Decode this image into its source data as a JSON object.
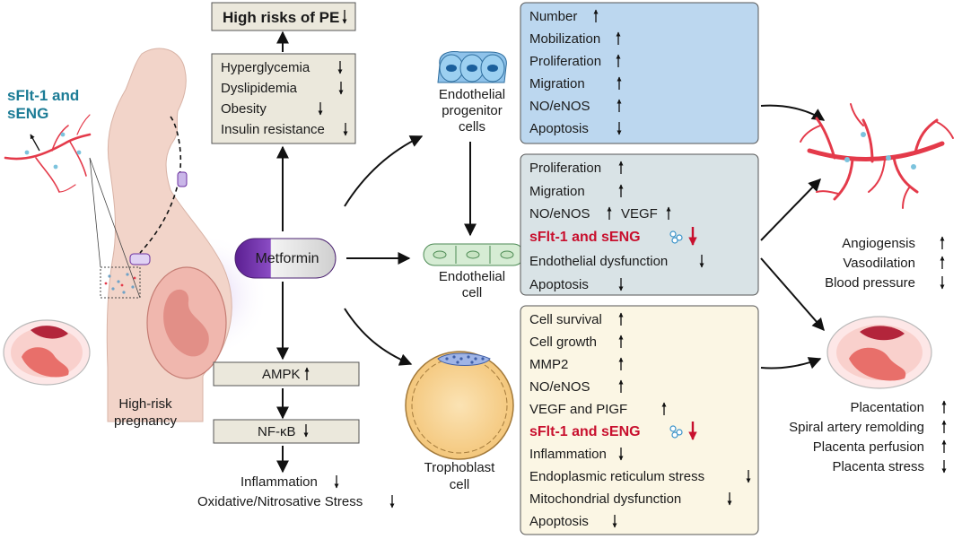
{
  "top_box": {
    "label": "High risks of PE",
    "arrow": "down"
  },
  "metabolic_box": {
    "items": [
      {
        "label": "Hyperglycemia",
        "arrow": "down"
      },
      {
        "label": "Dyslipidemia",
        "arrow": "down"
      },
      {
        "label": "Obesity",
        "arrow": "down"
      },
      {
        "label": "Insulin resistance",
        "arrow": "down"
      }
    ]
  },
  "metformin": {
    "label": "Metformin"
  },
  "ampk": {
    "label": "AMPK",
    "arrow": "up"
  },
  "nfkb": {
    "label": "NF-κB",
    "arrow": "down"
  },
  "bottom_effects": [
    {
      "label": "Inflammation",
      "arrow": "down"
    },
    {
      "label": "Oxidative/Nitrosative Stress",
      "arrow": "down"
    }
  ],
  "pregnancy": {
    "callout_line1": "sFlt-1 and",
    "callout_line2": "sENG",
    "caption_line1": "High-risk",
    "caption_line2": "pregnancy"
  },
  "cells": {
    "epc": {
      "line1": "Endothelial",
      "line2": "progenitor",
      "line3": "cells"
    },
    "endothelial": {
      "line1": "Endothelial",
      "line2": "cell"
    },
    "trophoblast": {
      "line1": "Trophoblast",
      "line2": "cell"
    }
  },
  "epc_box": {
    "items": [
      {
        "label": "Number",
        "arrow": "up"
      },
      {
        "label": "Mobilization",
        "arrow": "up"
      },
      {
        "label": "Proliferation",
        "arrow": "up"
      },
      {
        "label": "Migration",
        "arrow": "up"
      },
      {
        "label": "NO/eNOS",
        "arrow": "up"
      },
      {
        "label": "Apoptosis",
        "arrow": "down"
      }
    ]
  },
  "endo_box": {
    "items": [
      {
        "label": "Proliferation",
        "arrow": "up"
      },
      {
        "label": "Migration",
        "arrow": "up"
      },
      {
        "label": "NO/eNOS",
        "arrow": "up"
      },
      {
        "label": "VEGF",
        "arrow": "up"
      },
      {
        "label": "sFlt-1 and sENG",
        "arrow": "down"
      },
      {
        "label": "Endothelial dysfunction",
        "arrow": "down"
      },
      {
        "label": "Apoptosis",
        "arrow": "down"
      }
    ]
  },
  "troph_box": {
    "items": [
      {
        "label": "Cell survival",
        "arrow": "up"
      },
      {
        "label": "Cell growth",
        "arrow": "up"
      },
      {
        "label": "MMP2",
        "arrow": "up"
      },
      {
        "label": "NO/eNOS",
        "arrow": "up"
      },
      {
        "label": "VEGF and PIGF",
        "arrow": "up"
      },
      {
        "label": "sFlt-1 and sENG",
        "arrow": "down"
      },
      {
        "label": "Inflammation",
        "arrow": "down"
      },
      {
        "label": "Endoplasmic reticulum stress",
        "arrow": "down"
      },
      {
        "label": "Mitochondrial dysfunction",
        "arrow": "down"
      },
      {
        "label": "Apoptosis",
        "arrow": "down"
      }
    ]
  },
  "vascular_outcomes": [
    {
      "label": "Angiogensis",
      "arrow": "up"
    },
    {
      "label": "Vasodilation",
      "arrow": "up"
    },
    {
      "label": "Blood pressure",
      "arrow": "down"
    }
  ],
  "placental_outcomes": [
    {
      "label": "Placentation",
      "arrow": "up"
    },
    {
      "label": "Spiral artery remolding",
      "arrow": "up"
    },
    {
      "label": "Placenta perfusion",
      "arrow": "up"
    },
    {
      "label": "Placenta stress",
      "arrow": "down"
    }
  ],
  "colors": {
    "epc_box_fill": "#bcd7ef",
    "endo_box_fill": "#d9e3e6",
    "troph_box_fill": "#fbf6e4",
    "left_box_fill": "#ebe8dc",
    "highlight_red": "#c8102e",
    "callout_teal": "#1c7c96",
    "metformin_purple": "#6b2fa0"
  }
}
